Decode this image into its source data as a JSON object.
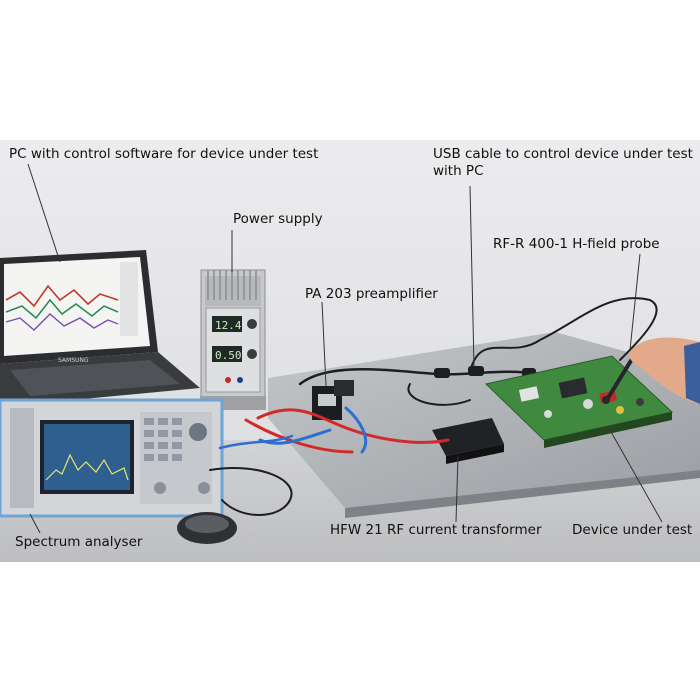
{
  "labels": {
    "pc": "PC with control software for device under test",
    "usb_line1": "USB cable to control device under test",
    "usb_line2": "with PC",
    "power_supply": "Power supply",
    "probe": "RF-R 400-1 H-field probe",
    "preamp": "PA 203 preamplifier",
    "spectrum": "Spectrum analyser",
    "transformer": "HFW 21 RF current transformer",
    "dut": "Device under test"
  },
  "readouts": {
    "psu_top": "12.4",
    "psu_bottom": "0.50",
    "laptop_brand": "SAMSUNG"
  },
  "colors": {
    "wall": "#e9eaec",
    "table": "#a9adb1",
    "pcb": "#3f8a3f",
    "cable_red": "#d22a2a",
    "cable_blue": "#2c6fd0",
    "analyser_frame": "#6ea4d6"
  }
}
